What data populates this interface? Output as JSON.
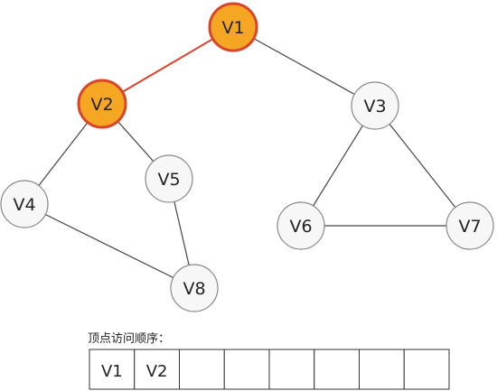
{
  "graph": {
    "nodes": [
      {
        "id": "v1",
        "label": "V1",
        "visited": true
      },
      {
        "id": "v2",
        "label": "V2",
        "visited": true
      },
      {
        "id": "v3",
        "label": "V3",
        "visited": false
      },
      {
        "id": "v4",
        "label": "V4",
        "visited": false
      },
      {
        "id": "v5",
        "label": "V5",
        "visited": false
      },
      {
        "id": "v6",
        "label": "V6",
        "visited": false
      },
      {
        "id": "v7",
        "label": "V7",
        "visited": false
      },
      {
        "id": "v8",
        "label": "V8",
        "visited": false
      }
    ],
    "edges": [
      {
        "from": "v1",
        "to": "v2",
        "traversed": true
      },
      {
        "from": "v1",
        "to": "v3",
        "traversed": false
      },
      {
        "from": "v2",
        "to": "v4",
        "traversed": false
      },
      {
        "from": "v2",
        "to": "v5",
        "traversed": false
      },
      {
        "from": "v4",
        "to": "v8",
        "traversed": false
      },
      {
        "from": "v5",
        "to": "v8",
        "traversed": false
      },
      {
        "from": "v3",
        "to": "v6",
        "traversed": false
      },
      {
        "from": "v3",
        "to": "v7",
        "traversed": false
      },
      {
        "from": "v6",
        "to": "v7",
        "traversed": false
      }
    ]
  },
  "visit_order": {
    "caption": "顶点访问顺序：",
    "cells": [
      "V1",
      "V2",
      "",
      "",
      "",
      "",
      "",
      ""
    ]
  },
  "colors": {
    "visited_fill": "#f5a623",
    "visited_stroke": "#d9442a",
    "traversed_edge": "#d9442a",
    "node_fill": "#f7f7f7",
    "node_stroke": "#888888",
    "edge": "#444444"
  }
}
